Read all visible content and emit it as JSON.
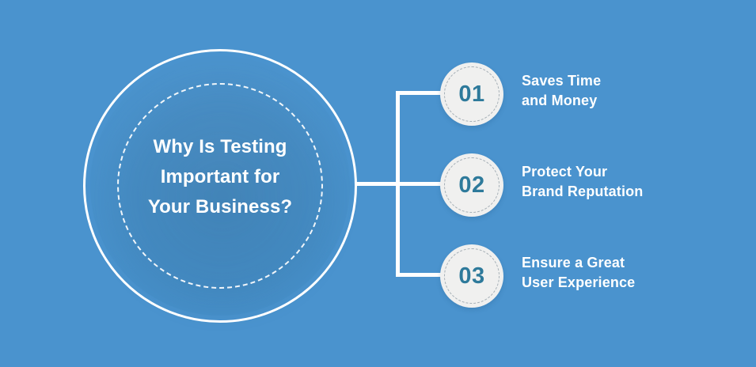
{
  "colors": {
    "background": "#4a93ce",
    "ring": "#ffffff",
    "circle_fill": "#f0f0ef",
    "number": "#2e7a9b",
    "text": "#ffffff",
    "dash_border": "#8d9aa3"
  },
  "hero": {
    "title_lines": [
      "Why Is Testing",
      "Important for",
      "Your Business?"
    ]
  },
  "items": [
    {
      "number": "01",
      "label_lines": [
        "Saves Time",
        "and Money"
      ]
    },
    {
      "number": "02",
      "label_lines": [
        "Protect Your",
        "Brand Reputation"
      ]
    },
    {
      "number": "03",
      "label_lines": [
        "Ensure a Great",
        "User Experience"
      ]
    }
  ]
}
